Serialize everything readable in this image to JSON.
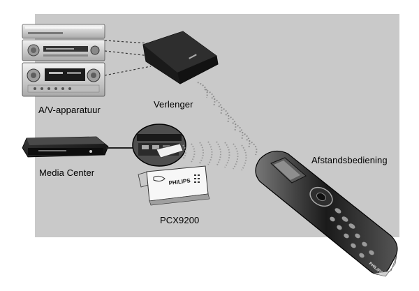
{
  "labels": {
    "av_equipment": "A/V-apparatuur",
    "extender": "Verlenger",
    "remote": "Afstandsbediening",
    "media_center": "Media Center",
    "pcx": "PCX9200"
  },
  "brand_text": {
    "usb_stick": "PHILIPS",
    "remote": "PHILIPS"
  },
  "colors": {
    "background_panel": "#c9c9c9",
    "page": "#ffffff",
    "device_dark": "#1c1c1c",
    "device_silver": "#d8d8d8"
  }
}
